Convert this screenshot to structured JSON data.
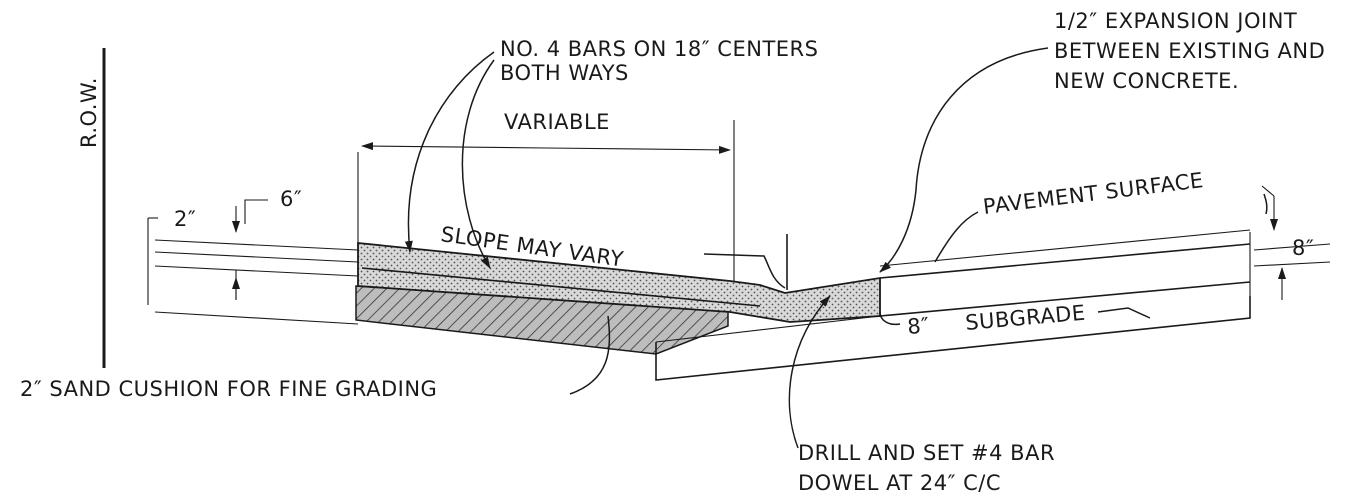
{
  "labels": {
    "row": "R.O.W.",
    "bars": "NO. 4 BARS ON 18″ CENTERS",
    "bars_line2": "BOTH WAYS",
    "variable": "VARIABLE",
    "dim_2in": "2″",
    "dim_6in": "6″",
    "slope": "SLOPE MAY VARY",
    "expansion_line1": "1/2″ EXPANSION JOINT",
    "expansion_line2": "BETWEEN EXISTING AND",
    "expansion_line3": "NEW CONCRETE.",
    "pavement_surface": "PAVEMENT SURFACE",
    "dim_8in_right": "8″",
    "dim_8in": "8″",
    "subgrade": "SUBGRADE",
    "sand_cushion": "2″ SAND CUSHION FOR FINE GRADING",
    "drill_line1": "DRILL AND SET #4 BAR",
    "drill_line2": "DOWEL AT 24″ C/C"
  }
}
